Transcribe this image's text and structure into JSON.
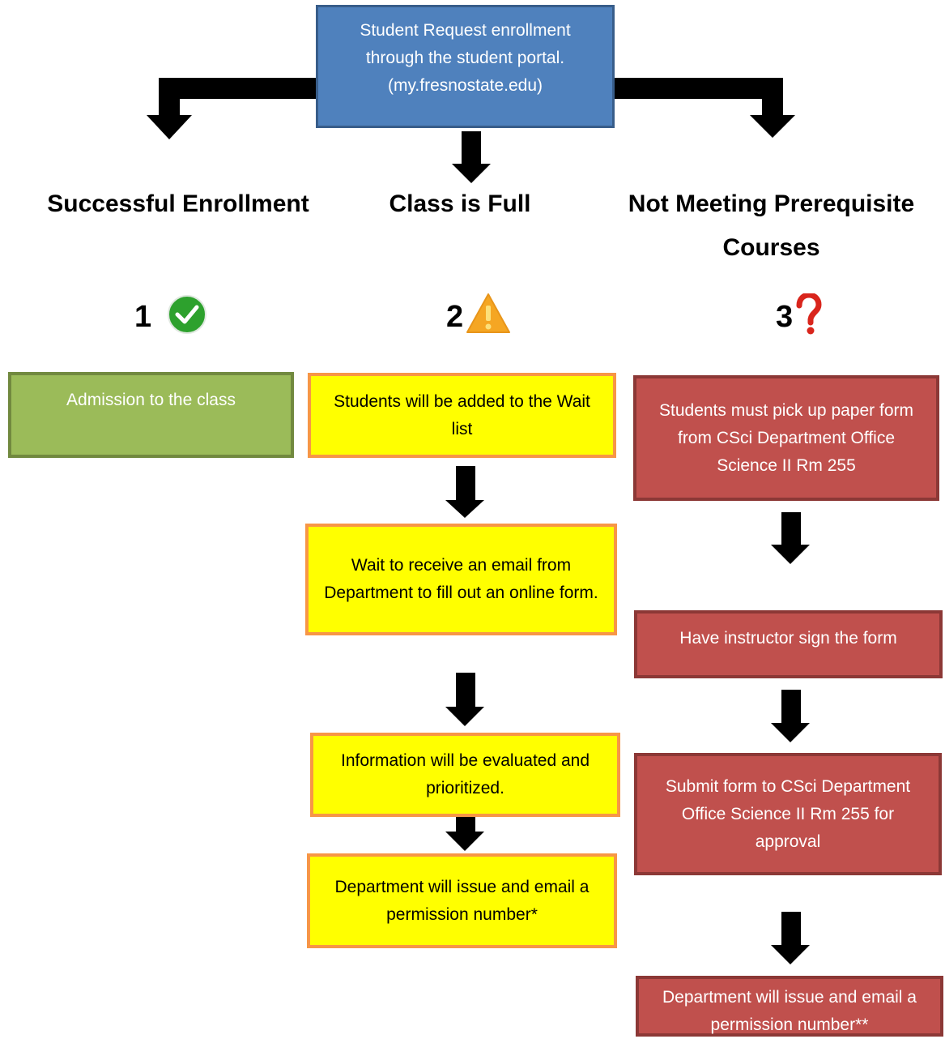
{
  "start": {
    "text": "Student Request enrollment through the student portal. (my.fresnostate.edu)"
  },
  "outcomes": [
    {
      "heading": "Successful Enrollment",
      "number": "1",
      "icon": "check-circle-icon",
      "color": "#2da12d"
    },
    {
      "heading": "Class is Full",
      "number": "2",
      "icon": "warning-triangle-icon",
      "color": "#f5a623"
    },
    {
      "heading": "Not Meeting Prerequisite Courses",
      "number": "3",
      "icon": "question-mark-icon",
      "color": "#d9251c"
    }
  ],
  "col1": {
    "steps": [
      "Admission to the class"
    ]
  },
  "col2": {
    "steps": [
      "Students will be added to the Wait list",
      "Wait to receive an email from Department to fill out an online form.",
      "Information will be evaluated and prioritized.",
      "Department will issue and email a permission number*"
    ]
  },
  "col3": {
    "steps": [
      "Students must pick up paper form from CSci Department Office Science II Rm 255",
      "Have instructor sign the form",
      "Submit form to CSci Department Office Science II Rm 255  for approval",
      "Department will issue and email a permission number**"
    ]
  },
  "colors": {
    "start": "#4f81bd",
    "success": "#9bbb59",
    "waitlist": "#ffff00",
    "prerequisite": "#c0504d",
    "arrow": "#000000"
  }
}
